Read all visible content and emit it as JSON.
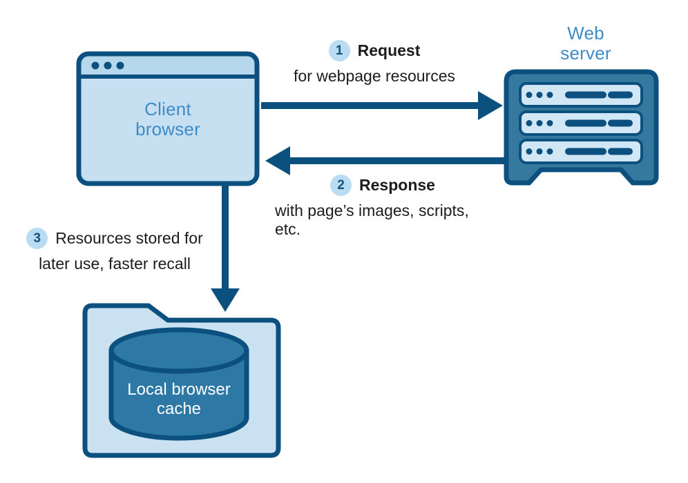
{
  "colors": {
    "dark_blue": "#0b507e",
    "mid_blue": "#36799f",
    "cylinder_blue": "#2e78a6",
    "light_fill": "#c6e0f2",
    "titlebar_fill": "#b6d8ec",
    "rack_fill": "#d2e7f5",
    "folder_fill": "#c9e1f1",
    "badge_fill": "#b9dcf2",
    "label_blue": "#3e8cc7",
    "text_dark": "#1c1c1c",
    "background": "#ffffff"
  },
  "nodes": {
    "client_browser": {
      "line1": "Client",
      "line2": "browser"
    },
    "web_server": {
      "line1": "Web",
      "line2": "server"
    },
    "local_cache": {
      "line1": "Local browser",
      "line2": "cache"
    }
  },
  "steps": [
    {
      "number": "1",
      "title": "Request",
      "subtitle": "for webpage resources"
    },
    {
      "number": "2",
      "title": "Response",
      "subtitle": "with page’s images, scripts, etc."
    },
    {
      "number": "3",
      "title": "Resources stored for",
      "subtitle": "later use, faster recall"
    }
  ]
}
